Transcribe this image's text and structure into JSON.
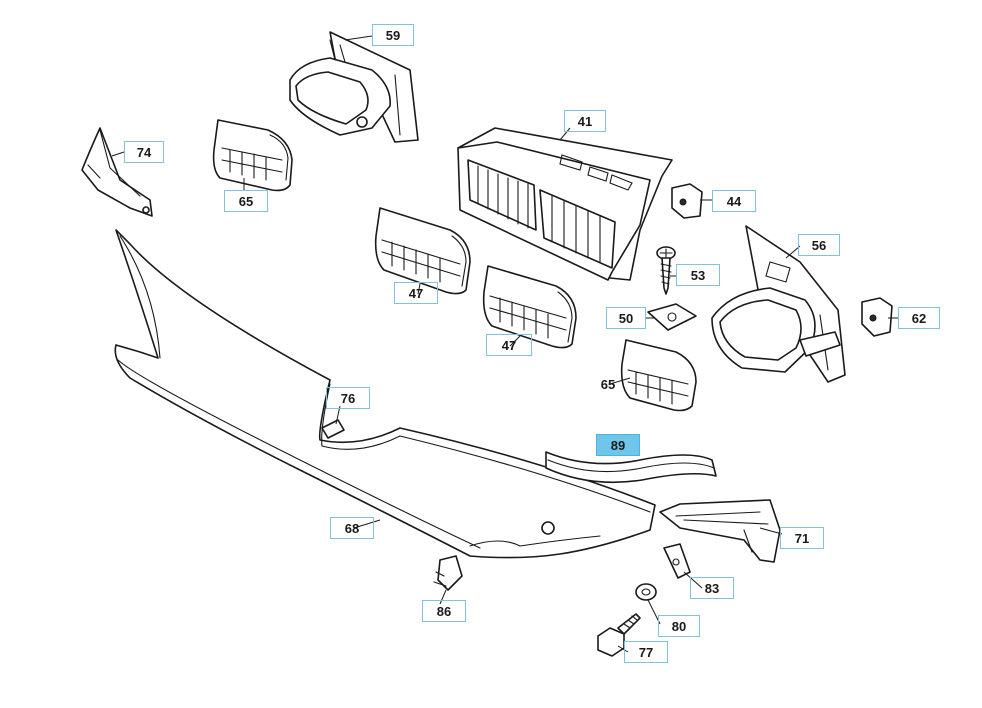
{
  "diagram": {
    "callouts": [
      {
        "id": "59",
        "label": "59"
      },
      {
        "id": "74",
        "label": "74"
      },
      {
        "id": "65a",
        "label": "65"
      },
      {
        "id": "41",
        "label": "41"
      },
      {
        "id": "44",
        "label": "44"
      },
      {
        "id": "56",
        "label": "56"
      },
      {
        "id": "47a",
        "label": "47"
      },
      {
        "id": "53",
        "label": "53"
      },
      {
        "id": "47b",
        "label": "47"
      },
      {
        "id": "50",
        "label": "50"
      },
      {
        "id": "62",
        "label": "62"
      },
      {
        "id": "65b",
        "label": "65"
      },
      {
        "id": "76",
        "label": "76"
      },
      {
        "id": "89",
        "label": "89",
        "highlighted": true
      },
      {
        "id": "68",
        "label": "68"
      },
      {
        "id": "71",
        "label": "71"
      },
      {
        "id": "83",
        "label": "83"
      },
      {
        "id": "86",
        "label": "86"
      },
      {
        "id": "80",
        "label": "80"
      },
      {
        "id": "77",
        "label": "77"
      }
    ],
    "highlight_color": "#6ec6ea",
    "callout_border_color": "#7fc3dd"
  }
}
